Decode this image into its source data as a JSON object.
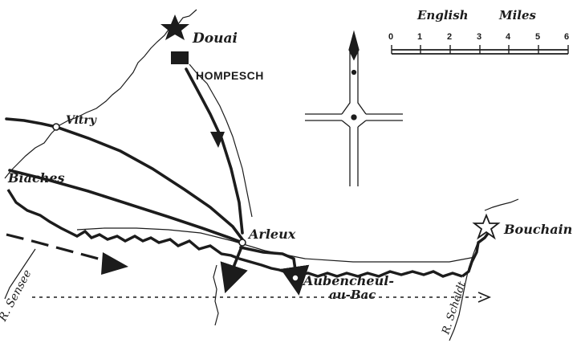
{
  "map": {
    "places": {
      "douai": "Douai",
      "hompesch": "HOMPESCH",
      "vitry": "Vitry",
      "biaches": "Biaches",
      "arleux": "Arleux",
      "bouchain": "Bouchain",
      "aubencheul_line1": "Aubencheul-",
      "aubencheul_line2": "au-Bac"
    },
    "rivers": {
      "sensee": "R. Sensee",
      "scheldt": "R. Scheldt"
    },
    "scale": {
      "title_left": "English",
      "title_right": "Miles",
      "ticks": [
        "0",
        "1",
        "2",
        "3",
        "4",
        "5",
        "6"
      ]
    },
    "colors": {
      "ink": "#1c1c1c",
      "paper": "#ffffff"
    },
    "icons": {
      "douai_marker": "filled-star-icon",
      "bouchain_marker": "outline-star-icon",
      "hompesch_marker": "filled-rectangle-icon",
      "compass": "compass-rose-icon"
    }
  }
}
